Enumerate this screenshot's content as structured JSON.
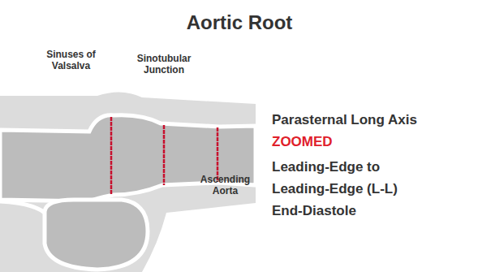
{
  "diagram": {
    "title": "Aortic Root",
    "labels": [
      "Sinuses of Valsalva",
      "Sinotubular Junction",
      "Ascending Aorta",
      "Parasternal Long Axis",
      "ZOOMED",
      "Leading-Edge to Leading-Edge (L-L)",
      "End-Diastole"
    ]
  }
}
